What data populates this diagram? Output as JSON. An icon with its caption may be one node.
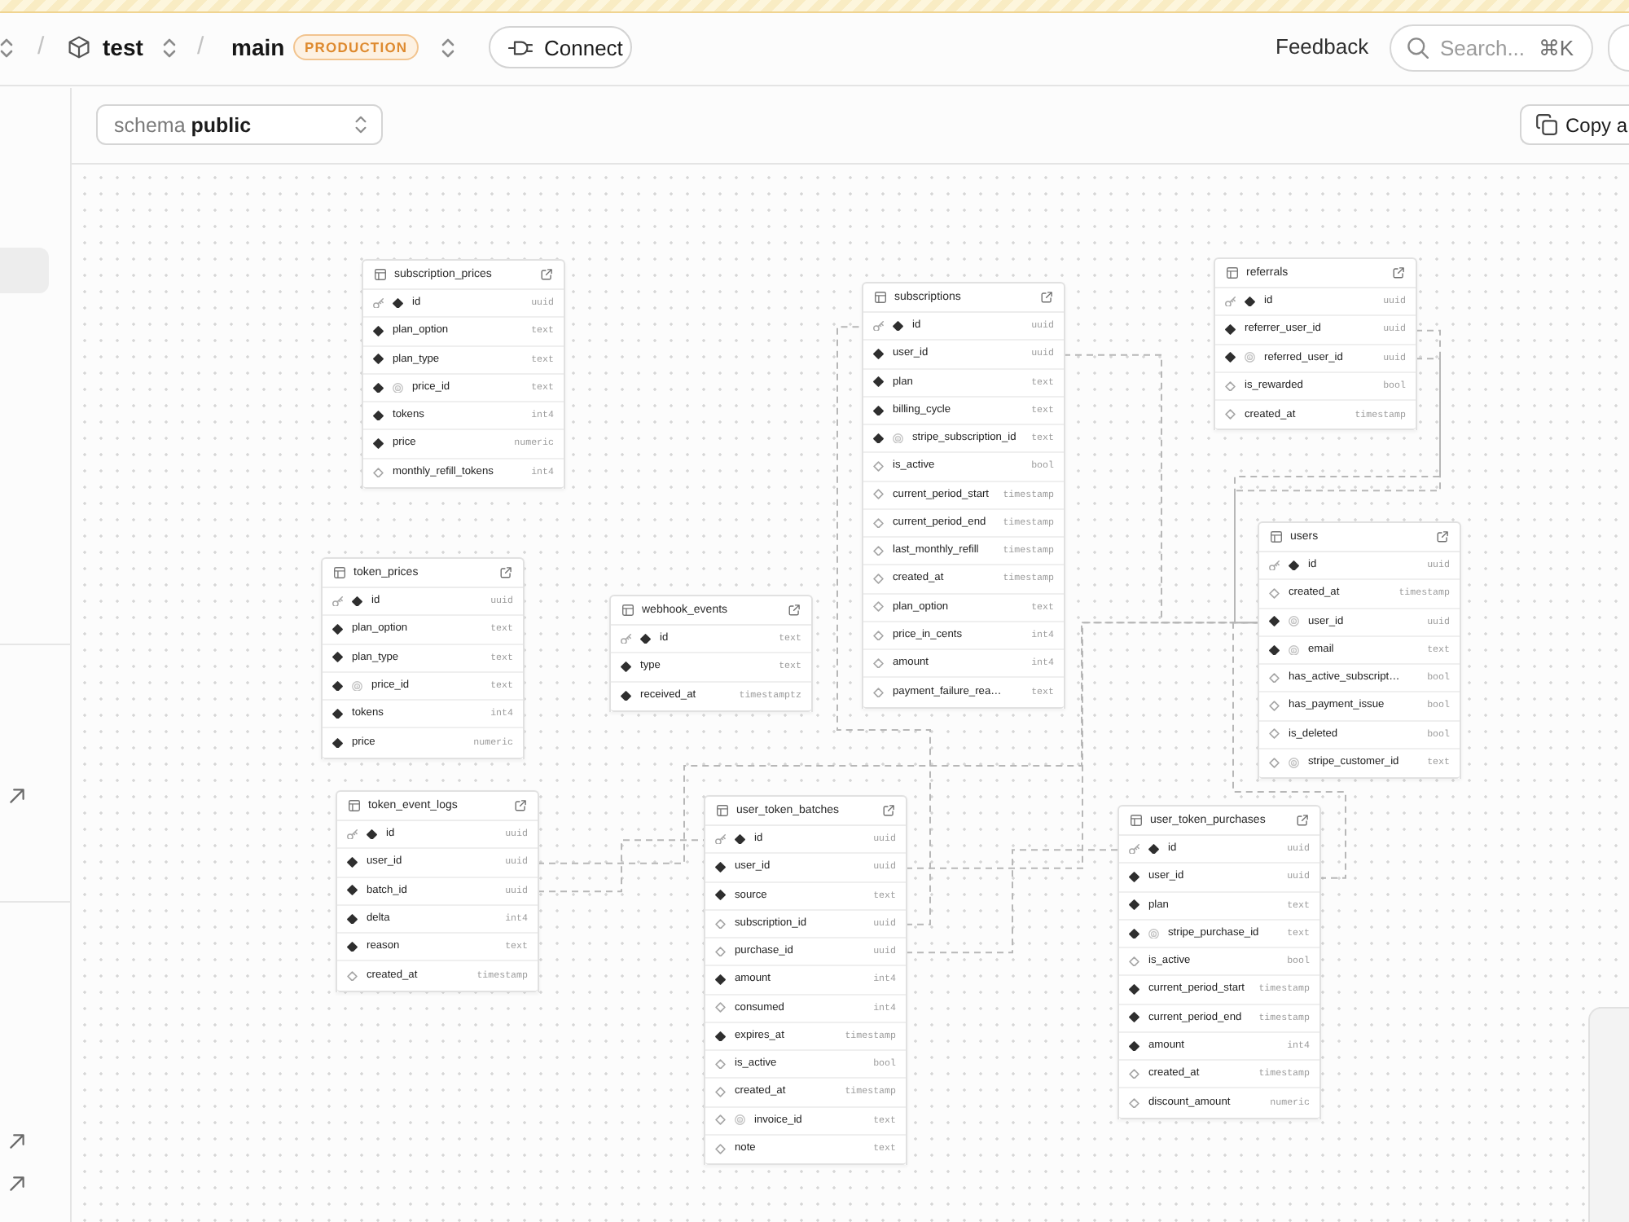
{
  "diagram": {
    "nodes": [
      {
        "text": [
          "subscription_prices"
        ]
      },
      {
        "text": [
          "id",
          "uuid"
        ],
        "in": 0
      },
      {
        "text": [
          "plan_option",
          "text"
        ],
        "in": 0
      },
      {
        "text": [
          "plan_type",
          "text"
        ],
        "in": 0
      },
      {
        "text": [
          "price_id",
          "text"
        ],
        "in": 0
      },
      {
        "text": [
          "tokens",
          "int4"
        ],
        "in": 0
      },
      {
        "text": [
          "price",
          "numeric"
        ],
        "in": 0
      },
      {
        "text": [
          "monthly_refill_tokens",
          "int4"
        ],
        "in": 0
      },
      {
        "text": [
          "subscriptions"
        ]
      },
      {
        "text": [
          "id",
          "uuid"
        ],
        "in": 8
      },
      {
        "text": [
          "user_id",
          "uuid"
        ],
        "in": 8
      },
      {
        "text": [
          "plan",
          "text"
        ],
        "in": 8
      },
      {
        "text": [
          "billing_cycle",
          "text"
        ],
        "in": 8
      },
      {
        "text": [
          "stripe_subscription_id",
          "text"
        ],
        "in": 8
      },
      {
        "text": [
          "is_active",
          "bool"
        ],
        "in": 8
      },
      {
        "text": [
          "current_period_start",
          "timestamp"
        ],
        "in": 8
      },
      {
        "text": [
          "current_period_end",
          "timestamp"
        ],
        "in": 8
      },
      {
        "text": [
          "last_monthly_refill",
          "timestamp"
        ],
        "in": 8
      },
      {
        "text": [
          "created_at",
          "timestamp"
        ],
        "in": 8
      },
      {
        "text": [
          "plan_option",
          "text"
        ],
        "in": 8
      },
      {
        "text": [
          "price_in_cents",
          "int4"
        ],
        "in": 8
      },
      {
        "text": [
          "amount",
          "int4"
        ],
        "in": 8
      },
      {
        "text": [
          "payment_failure_rea…",
          "text"
        ],
        "in": 8
      },
      {
        "text": [
          "referrals"
        ]
      },
      {
        "text": [
          "id",
          "uuid"
        ],
        "in": 23
      },
      {
        "text": [
          "referrer_user_id",
          "uuid"
        ],
        "in": 23
      },
      {
        "text": [
          "referred_user_id",
          "uuid"
        ],
        "in": 23
      },
      {
        "text": [
          "is_rewarded",
          "bool"
        ],
        "in": 23
      },
      {
        "text": [
          "created_at",
          "timestamp"
        ],
        "in": 23
      },
      {
        "text": [
          "token_prices"
        ]
      },
      {
        "text": [
          "id",
          "uuid"
        ],
        "in": 29
      },
      {
        "text": [
          "plan_option",
          "text"
        ],
        "in": 29
      },
      {
        "text": [
          "plan_type",
          "text"
        ],
        "in": 29
      },
      {
        "text": [
          "price_id",
          "text"
        ],
        "in": 29
      },
      {
        "text": [
          "tokens",
          "int4"
        ],
        "in": 29
      },
      {
        "text": [
          "price",
          "numeric"
        ],
        "in": 29
      },
      {
        "text": [
          "webhook_events"
        ]
      },
      {
        "text": [
          "id",
          "text"
        ],
        "in": 36
      },
      {
        "text": [
          "type",
          "text"
        ],
        "in": 36
      },
      {
        "text": [
          "received_at",
          "timestamptz"
        ],
        "in": 36
      },
      {
        "text": [
          "users"
        ]
      },
      {
        "text": [
          "id",
          "uuid"
        ],
        "in": 40
      },
      {
        "text": [
          "created_at",
          "timestamp"
        ],
        "in": 40
      },
      {
        "text": [
          "user_id",
          "uuid"
        ],
        "in": 40
      },
      {
        "text": [
          "email",
          "text"
        ],
        "in": 40
      },
      {
        "text": [
          "has_active_subscript…",
          "bool"
        ],
        "in": 40
      },
      {
        "text": [
          "has_payment_issue",
          "bool"
        ],
        "in": 40
      },
      {
        "text": [
          "is_deleted",
          "bool"
        ],
        "in": 40
      },
      {
        "text": [
          "stripe_customer_id",
          "text"
        ],
        "in": 40
      },
      {
        "text": [
          "token_event_logs"
        ]
      },
      {
        "text": [
          "id",
          "uuid"
        ],
        "in": 49
      },
      {
        "text": [
          "user_id",
          "uuid"
        ],
        "in": 49
      },
      {
        "text": [
          "batch_id",
          "uuid"
        ],
        "in": 49
      },
      {
        "text": [
          "delta",
          "int4"
        ],
        "in": 49
      },
      {
        "text": [
          "reason",
          "text"
        ],
        "in": 49
      },
      {
        "text": [
          "created_at",
          "timestamp"
        ],
        "in": 49
      },
      {
        "text": [
          "user_token_batches"
        ]
      },
      {
        "text": [
          "id",
          "uuid"
        ],
        "in": 56
      },
      {
        "text": [
          "user_id",
          "uuid"
        ],
        "in": 56
      },
      {
        "text": [
          "source",
          "text"
        ],
        "in": 56
      },
      {
        "text": [
          "subscription_id",
          "uuid"
        ],
        "in": 56
      },
      {
        "text": [
          "purchase_id",
          "uuid"
        ],
        "in": 56
      },
      {
        "text": [
          "amount",
          "int4"
        ],
        "in": 56
      },
      {
        "text": [
          "consumed",
          "int4"
        ],
        "in": 56
      },
      {
        "text": [
          "expires_at",
          "timestamp"
        ],
        "in": 56
      },
      {
        "text": [
          "is_active",
          "bool"
        ],
        "in": 56
      },
      {
        "text": [
          "created_at",
          "timestamp"
        ],
        "in": 56
      },
      {
        "text": [
          "invoice_id",
          "text"
        ],
        "in": 56
      },
      {
        "text": [
          "note",
          "text"
        ],
        "in": 56
      },
      {
        "text": [
          "user_token_purchases"
        ]
      },
      {
        "text": [
          "id",
          "uuid"
        ],
        "in": 69
      },
      {
        "text": [
          "user_id",
          "uuid"
        ],
        "in": 69
      },
      {
        "text": [
          "plan",
          "text"
        ],
        "in": 69
      },
      {
        "text": [
          "stripe_purchase_id",
          "text"
        ],
        "in": 69
      },
      {
        "text": [
          "is_active",
          "bool"
        ],
        "in": 69
      },
      {
        "text": [
          "current_period_start",
          "timestamp"
        ],
        "in": 69
      },
      {
        "text": [
          "current_period_end",
          "timestamp"
        ],
        "in": 69
      },
      {
        "text": [
          "amount",
          "int4"
        ],
        "in": 69
      },
      {
        "text": [
          "created_at",
          "timestamp"
        ],
        "in": 69
      },
      {
        "text": [
          "discount_amount",
          "numeric"
        ],
        "in": 69
      }
    ],
    "edges": [
      {
        "from": 10,
        "to": 43,
        "arrow": "none",
        "style": "dashed"
      },
      {
        "from": 25,
        "to": 43,
        "arrow": "none",
        "style": "dashed"
      },
      {
        "from": 26,
        "to": 43,
        "arrow": "none",
        "style": "dashed"
      },
      {
        "from": 51,
        "to": 43,
        "arrow": "none",
        "style": "dashed"
      },
      {
        "from": 52,
        "to": 57,
        "arrow": "none",
        "style": "dashed"
      },
      {
        "from": 58,
        "to": 43,
        "arrow": "none",
        "style": "dashed"
      },
      {
        "from": 60,
        "to": 9,
        "arrow": "none",
        "style": "dashed"
      },
      {
        "from": 61,
        "to": 70,
        "arrow": "none",
        "style": "dashed"
      },
      {
        "from": 71,
        "to": 43,
        "arrow": "none",
        "style": "dashed"
      }
    ],
    "labels": [
      "/",
      "test",
      "/",
      "main",
      "PRODUCTION",
      "Connect",
      "Feedback",
      "Search...",
      "⌘K",
      "schema **public**",
      "Copy a"
    ]
  }
}
